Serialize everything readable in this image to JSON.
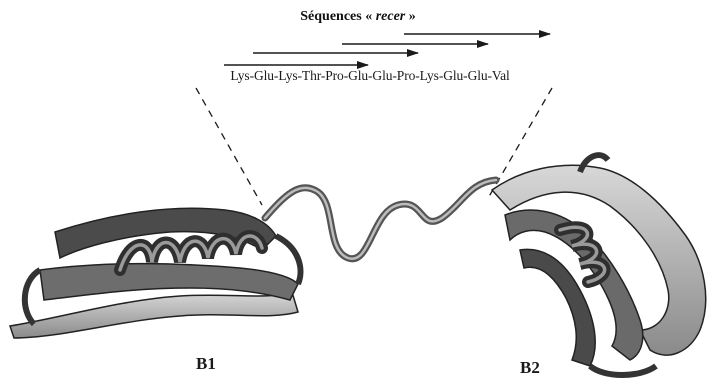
{
  "title": {
    "prefix": "Séquences « ",
    "italic": "recer",
    "suffix": " »"
  },
  "sequence": "Lys-Glu-Lys-Thr-Pro-Glu-Glu-Pro-Lys-Glu-Glu-Val",
  "domains": {
    "b1": "B1",
    "b2": "B2"
  }
}
